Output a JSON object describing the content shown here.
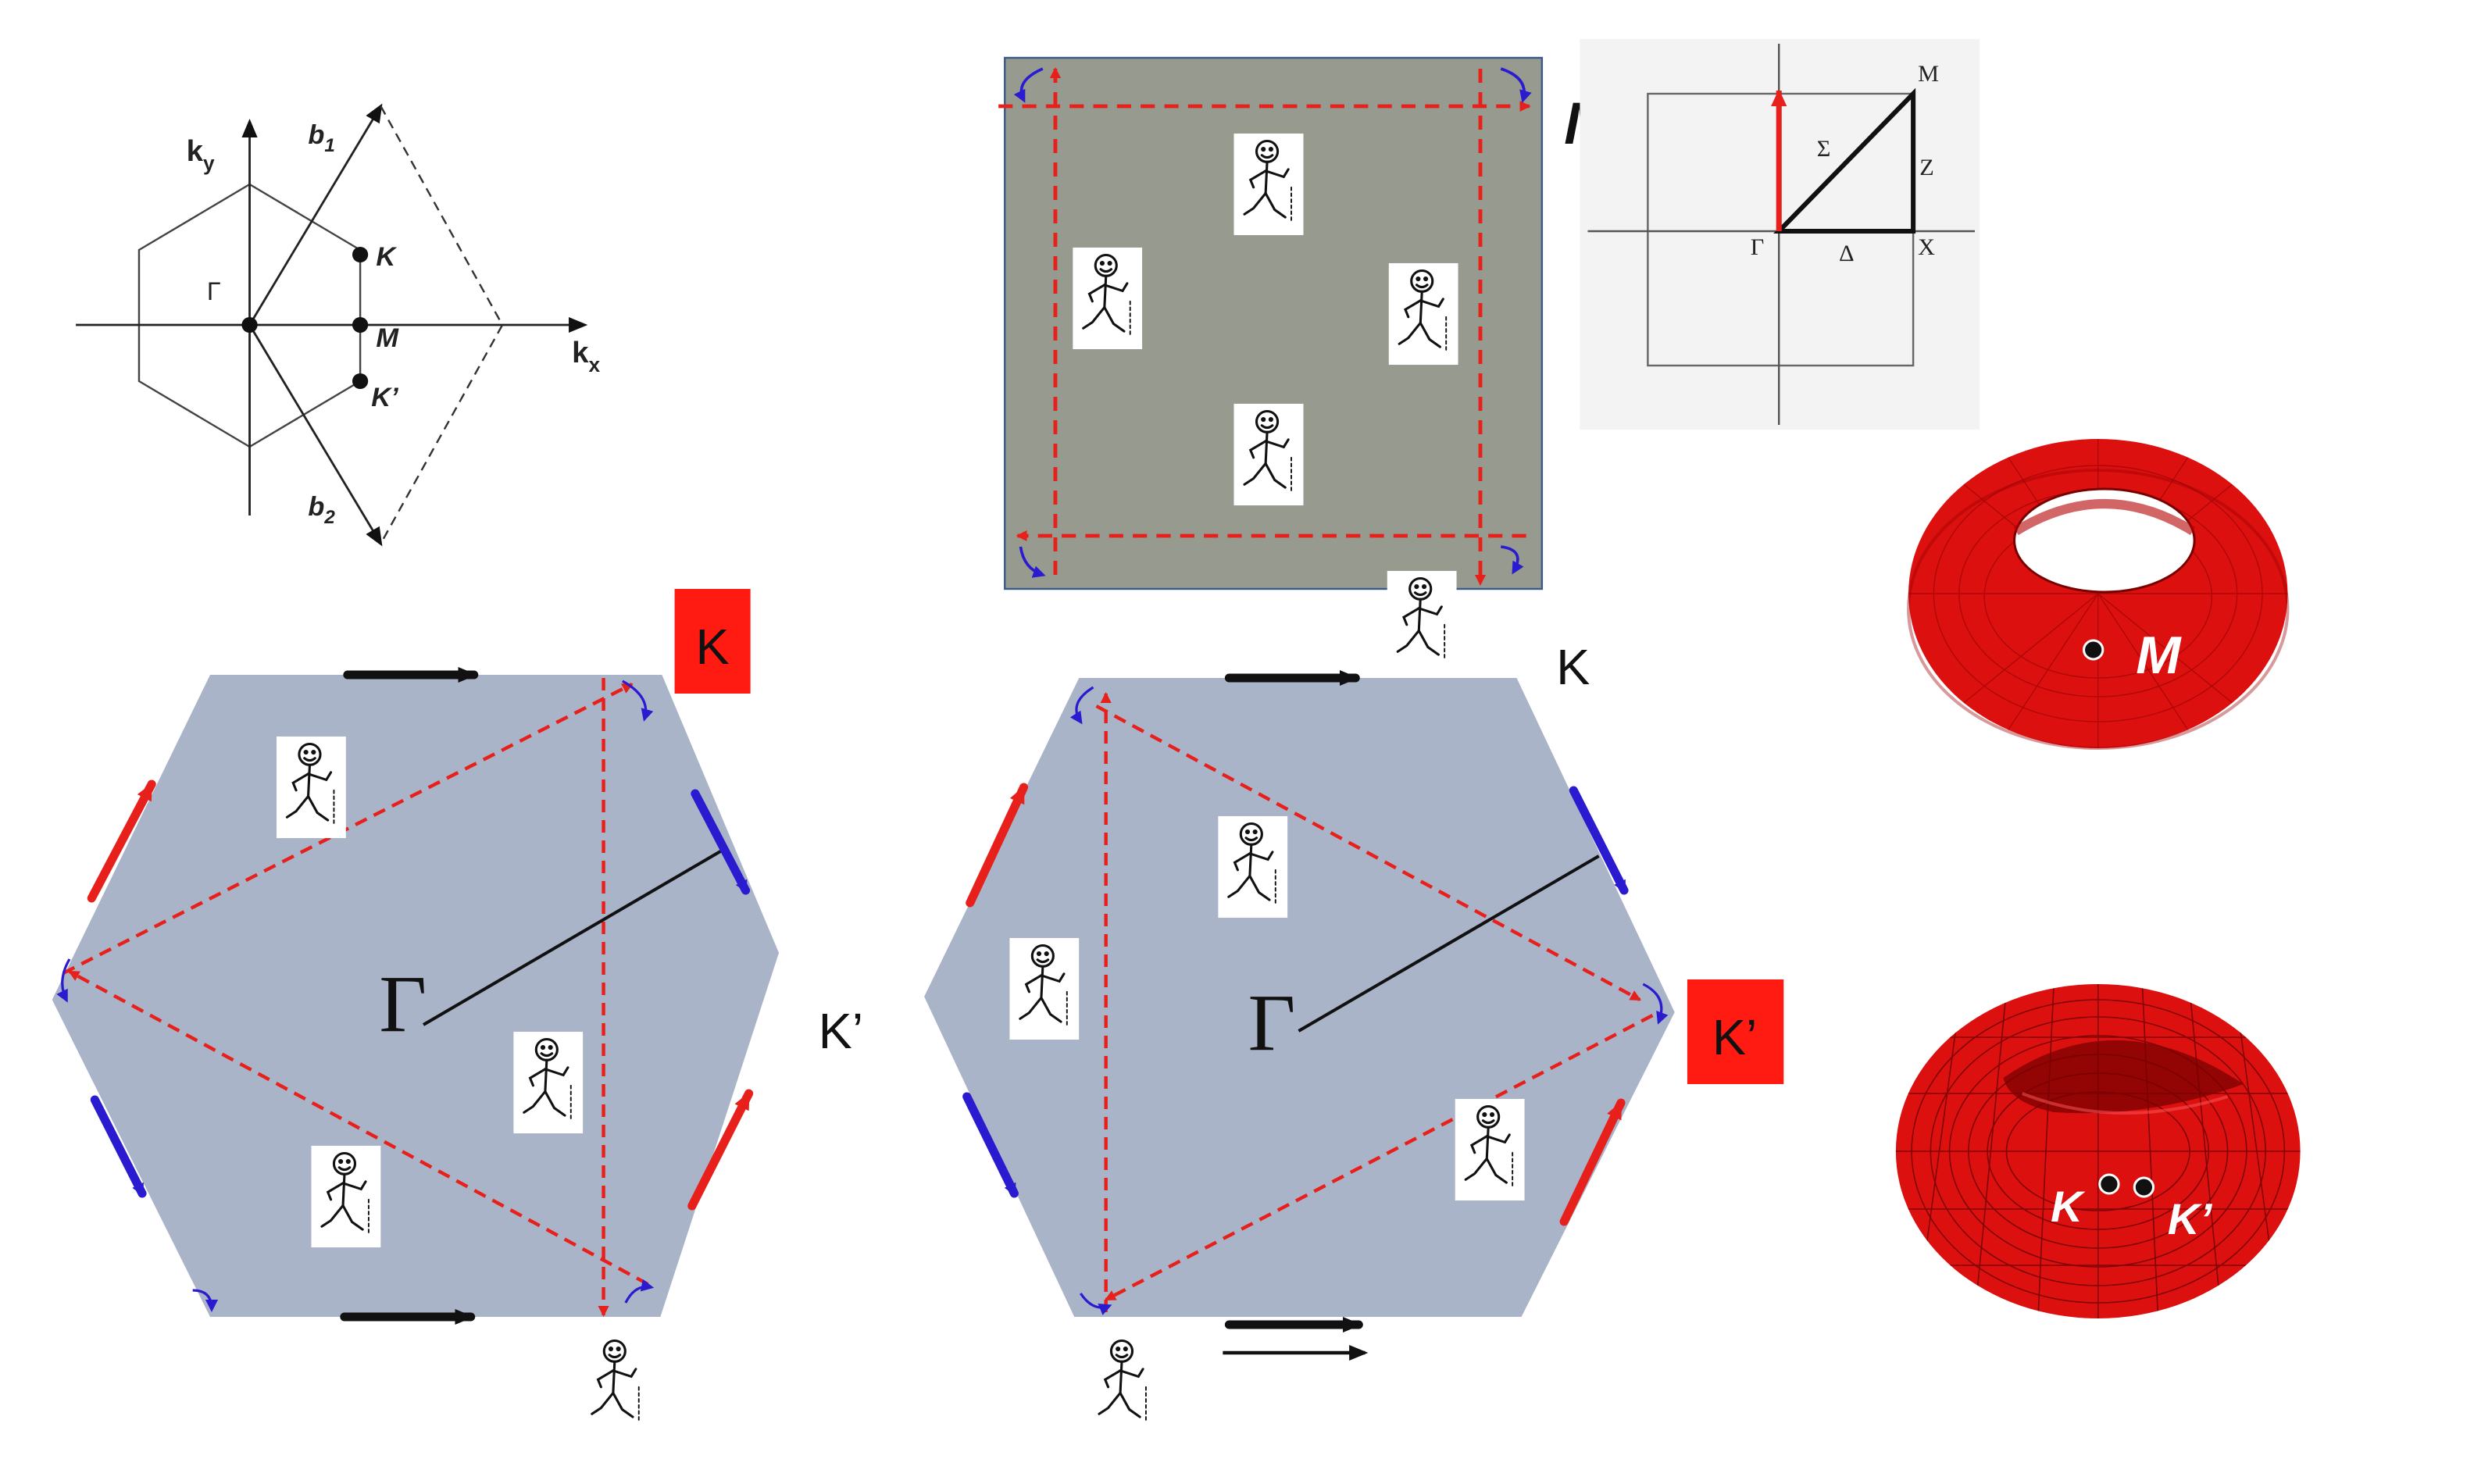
{
  "reciprocal_lattice": {
    "ky": "k",
    "ky_sub": "y",
    "kx": "k",
    "kx_sub": "x",
    "b1": "b",
    "b1_sub": "1",
    "b2": "b",
    "b2_sub": "2",
    "gamma": "Γ",
    "k": "K",
    "m": "M",
    "k_prime": "K’"
  },
  "square_bz": {
    "m_label": "M"
  },
  "square_path": {
    "m": "M",
    "sigma": "Σ",
    "z": "Z",
    "gamma": "Γ",
    "delta": "Δ",
    "x": "X"
  },
  "hexagon_left": {
    "k_label": "K",
    "k_prime_label": "K’",
    "gamma_label": "Γ"
  },
  "hexagon_right": {
    "k_label": "K",
    "k_prime_label": "K’",
    "gamma_label": "Γ"
  },
  "torus_top": {
    "m_label": "M"
  },
  "torus_bottom": {
    "k_label": "K",
    "k_prime_label": "K’"
  },
  "colors": {
    "hexagon_fill": "#aab4c8",
    "square_fill": "#979a8e",
    "dashed_red": "#e8201b",
    "arrow_red": "#e8201b",
    "arrow_blue": "#2a1ad0",
    "highlight_red": "#ff1a12",
    "torus_red": "#dd1010"
  },
  "icons": [
    "stick-figure-icon"
  ]
}
